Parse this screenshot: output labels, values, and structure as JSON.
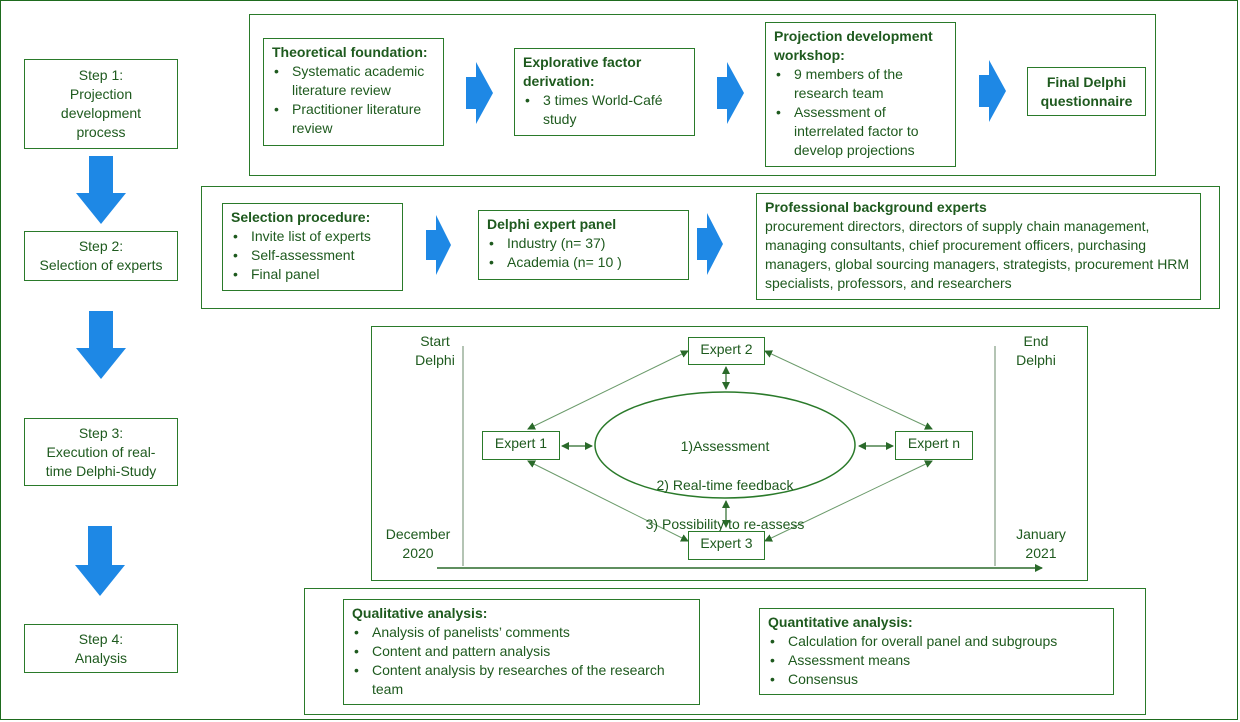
{
  "colors": {
    "green": "#2a7a2a",
    "arrow_blue": "#1e88e5"
  },
  "steps": [
    {
      "label": "Step 1:\nProjection\ndevelopment\nprocess"
    },
    {
      "label": "Step 2:\nSelection of experts"
    },
    {
      "label": "Step 3:\nExecution of real-\ntime Delphi-Study"
    },
    {
      "label": "Step 4:\nAnalysis"
    }
  ],
  "row1": {
    "theoretical": {
      "title": "Theoretical foundation:",
      "items": [
        "Systematic academic literature review",
        "Practitioner literature review"
      ]
    },
    "explorative": {
      "title": "Explorative factor derivation:",
      "items": [
        "3 times World-Café study"
      ]
    },
    "workshop": {
      "title": "Projection development workshop:",
      "items": [
        "9 members of the research team",
        "Assessment of interrelated factor to develop projections"
      ]
    },
    "final": {
      "title": "Final Delphi questionnaire"
    }
  },
  "row2": {
    "selection": {
      "title": "Selection procedure:",
      "items": [
        "Invite list of experts",
        "Self-assessment",
        "Final panel"
      ]
    },
    "panel": {
      "title": "Delphi expert panel",
      "items": [
        "Industry (n= 37)",
        "Academia (n= 10 )"
      ]
    },
    "background": {
      "title": "Professional background experts",
      "text": "procurement directors, directors of supply chain management, managing consultants, chief procurement officers, purchasing managers, global sourcing managers, strategists, procurement HRM specialists, professors, and researchers"
    }
  },
  "row3": {
    "start": "Start\nDelphi",
    "end": "End\nDelphi",
    "start_date": "December\n2020",
    "end_date": "January\n2021",
    "experts": {
      "e1": "Expert 1",
      "e2": "Expert 2",
      "e3": "Expert 3",
      "en": "Expert n"
    },
    "center": [
      "1)Assessment",
      "2) Real-time feedback",
      "3) Possibility to re-assess"
    ]
  },
  "row4": {
    "qualitative": {
      "title": "Qualitative analysis:",
      "items": [
        "Analysis of panelists’ comments",
        "Content and pattern analysis",
        "Content analysis by researches of the research team"
      ]
    },
    "quantitative": {
      "title": "Quantitative analysis:",
      "items": [
        "Calculation for overall panel and subgroups",
        "Assessment means",
        "Consensus"
      ]
    }
  }
}
